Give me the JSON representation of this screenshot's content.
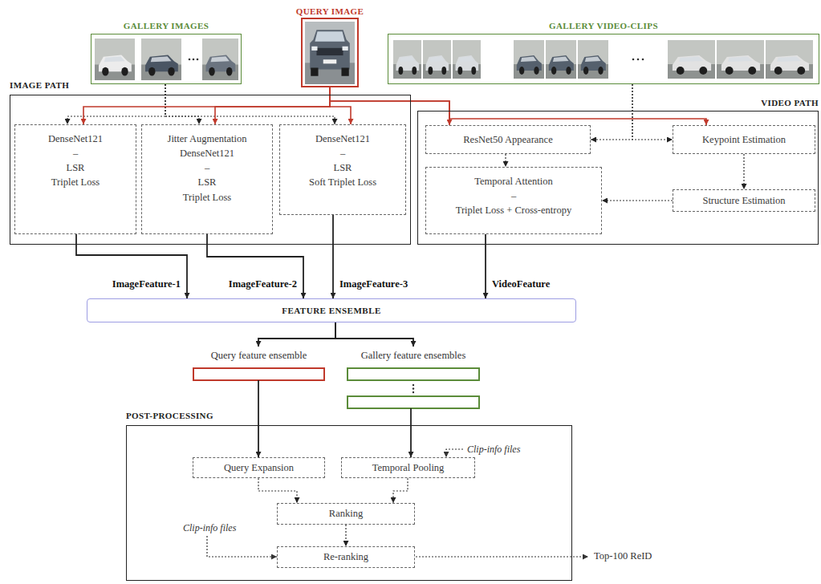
{
  "diagram": {
    "nodes": [
      {
        "text": [
          "GALLERY IMAGES"
        ]
      },
      {
        "text": [
          "QUERY IMAGE"
        ]
      },
      {
        "text": [
          "GALLERY VIDEO-CLIPS"
        ]
      },
      {
        "text": [
          "IMAGE PATH"
        ]
      },
      {
        "text": [
          "DenseNet121",
          "–",
          "LSR",
          "Triplet Loss"
        ],
        "in": 3
      },
      {
        "text": [
          "Jitter Augmentation",
          "DenseNet121",
          "–",
          "LSR",
          "Triplet Loss"
        ],
        "in": 3
      },
      {
        "text": [
          "DenseNet121",
          "–",
          "LSR",
          "Soft Triplet Loss"
        ],
        "in": 3
      },
      {
        "text": [
          "VIDEO PATH"
        ]
      },
      {
        "text": [
          "ResNet50 Appearance"
        ],
        "in": 7
      },
      {
        "text": [
          "Keypoint Estimation"
        ],
        "in": 7
      },
      {
        "text": [
          "Temporal Attention",
          "–",
          "Triplet Loss + Cross-entropy"
        ],
        "in": 7
      },
      {
        "text": [
          "Structure Estimation"
        ],
        "in": 7
      },
      {
        "text": [
          "FEATURE ENSEMBLE"
        ]
      },
      {
        "text": [
          "Query feature ensemble"
        ]
      },
      {
        "text": [
          "Gallery feature ensembles"
        ]
      },
      {
        "text": [
          "POST-PROCESSING"
        ]
      },
      {
        "text": [
          "Query Expansion"
        ],
        "in": 15
      },
      {
        "text": [
          "Temporal Pooling"
        ],
        "in": 15
      },
      {
        "text": [
          "Ranking"
        ],
        "in": 15
      },
      {
        "text": [
          "Re-ranking"
        ],
        "in": 15
      }
    ],
    "edges": [
      {
        "from": 0,
        "to": 4,
        "arrow": "to"
      },
      {
        "from": 0,
        "to": 5,
        "arrow": "to"
      },
      {
        "from": 0,
        "to": 6,
        "arrow": "to"
      },
      {
        "from": 1,
        "to": 4,
        "arrow": "to"
      },
      {
        "from": 1,
        "to": 5,
        "arrow": "to"
      },
      {
        "from": 1,
        "to": 6,
        "arrow": "to"
      },
      {
        "from": 1,
        "to": 8,
        "arrow": "to"
      },
      {
        "from": 1,
        "to": 9,
        "arrow": "to"
      },
      {
        "from": 2,
        "to": 8,
        "arrow": "to"
      },
      {
        "from": 2,
        "to": 9,
        "arrow": "to"
      },
      {
        "from": 8,
        "to": 10,
        "arrow": "to"
      },
      {
        "from": 9,
        "to": 11,
        "arrow": "to"
      },
      {
        "from": 11,
        "to": 10,
        "arrow": "to"
      },
      {
        "from": 4,
        "to": 12,
        "label": "ImageFeature-1",
        "arrow": "to"
      },
      {
        "from": 5,
        "to": 12,
        "label": "ImageFeature-2",
        "arrow": "to"
      },
      {
        "from": 6,
        "to": 12,
        "label": "ImageFeature-3",
        "arrow": "to"
      },
      {
        "from": 10,
        "to": 12,
        "label": "VideoFeature",
        "arrow": "to"
      },
      {
        "from": 12,
        "to": 13,
        "arrow": "to"
      },
      {
        "from": 12,
        "to": 14,
        "arrow": "to"
      },
      {
        "from": 13,
        "to": 16,
        "arrow": "to"
      },
      {
        "from": 14,
        "to": 17,
        "arrow": "to"
      },
      {
        "from": 16,
        "to": 18,
        "arrow": "to"
      },
      {
        "from": 17,
        "to": 18,
        "arrow": "to"
      },
      {
        "from": 18,
        "to": 19,
        "arrow": "to"
      }
    ],
    "labels": [
      "Clip-info files",
      "Clip-info files",
      "Top-100 ReID"
    ]
  }
}
